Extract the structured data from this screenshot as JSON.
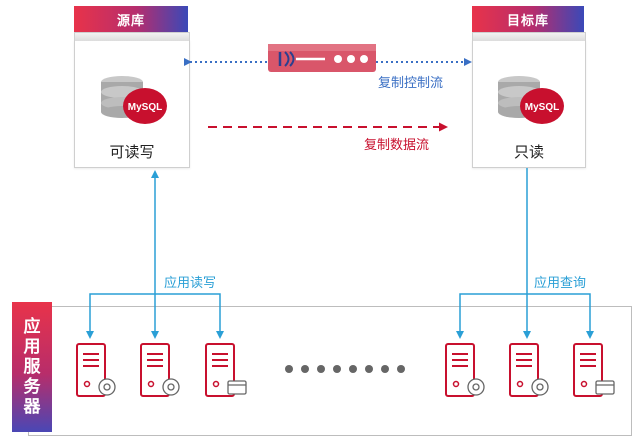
{
  "source_db": {
    "tag": "源库",
    "engine": "MySQL",
    "label": "可读写"
  },
  "target_db": {
    "tag": "目标库",
    "engine": "MySQL",
    "label": "只读"
  },
  "flows": {
    "control": "复制控制流",
    "data": "复制数据流"
  },
  "app_links": {
    "left": "应用读写",
    "right": "应用查询"
  },
  "app_servers": {
    "title_chars": [
      "应",
      "用",
      "服",
      "务",
      "器"
    ]
  },
  "colors": {
    "accent_red": "#c8102e",
    "blue": "#2a9fd6",
    "control_blue": "#3a6fc4"
  }
}
